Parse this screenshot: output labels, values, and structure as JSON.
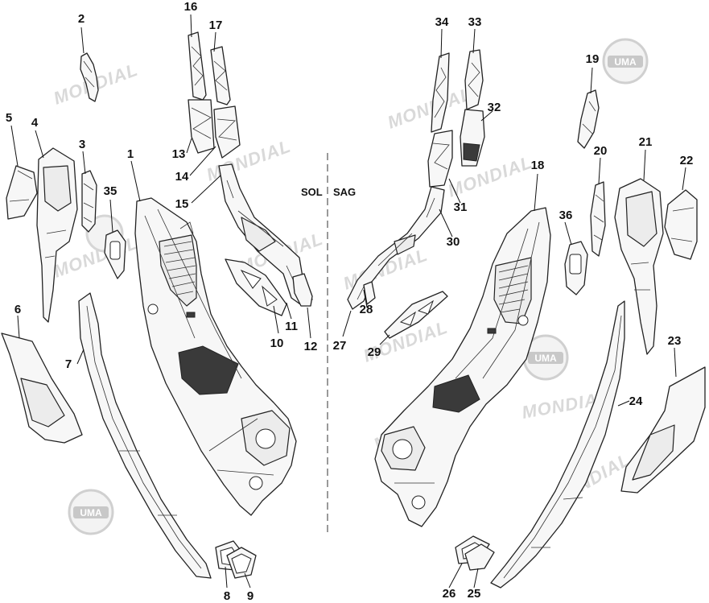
{
  "sides": {
    "left": "SOL",
    "right": "SAG"
  },
  "watermark": {
    "text": "MONDIAL",
    "logo": "UMA"
  },
  "labels": {
    "p1": "1",
    "p2": "2",
    "p3": "3",
    "p4": "4",
    "p5": "5",
    "p6": "6",
    "p7": "7",
    "p8": "8",
    "p9": "9",
    "p10": "10",
    "p11": "11",
    "p12": "12",
    "p13": "13",
    "p14": "14",
    "p15": "15",
    "p16": "16",
    "p17": "17",
    "p18": "18",
    "p19": "19",
    "p20": "20",
    "p21": "21",
    "p22": "22",
    "p23": "23",
    "p24": "24",
    "p25": "25",
    "p26": "26",
    "p27": "27",
    "p28": "28",
    "p29": "29",
    "p30": "30",
    "p31": "31",
    "p32": "32",
    "p33": "33",
    "p34": "34",
    "p35": "35",
    "p36": "36"
  }
}
